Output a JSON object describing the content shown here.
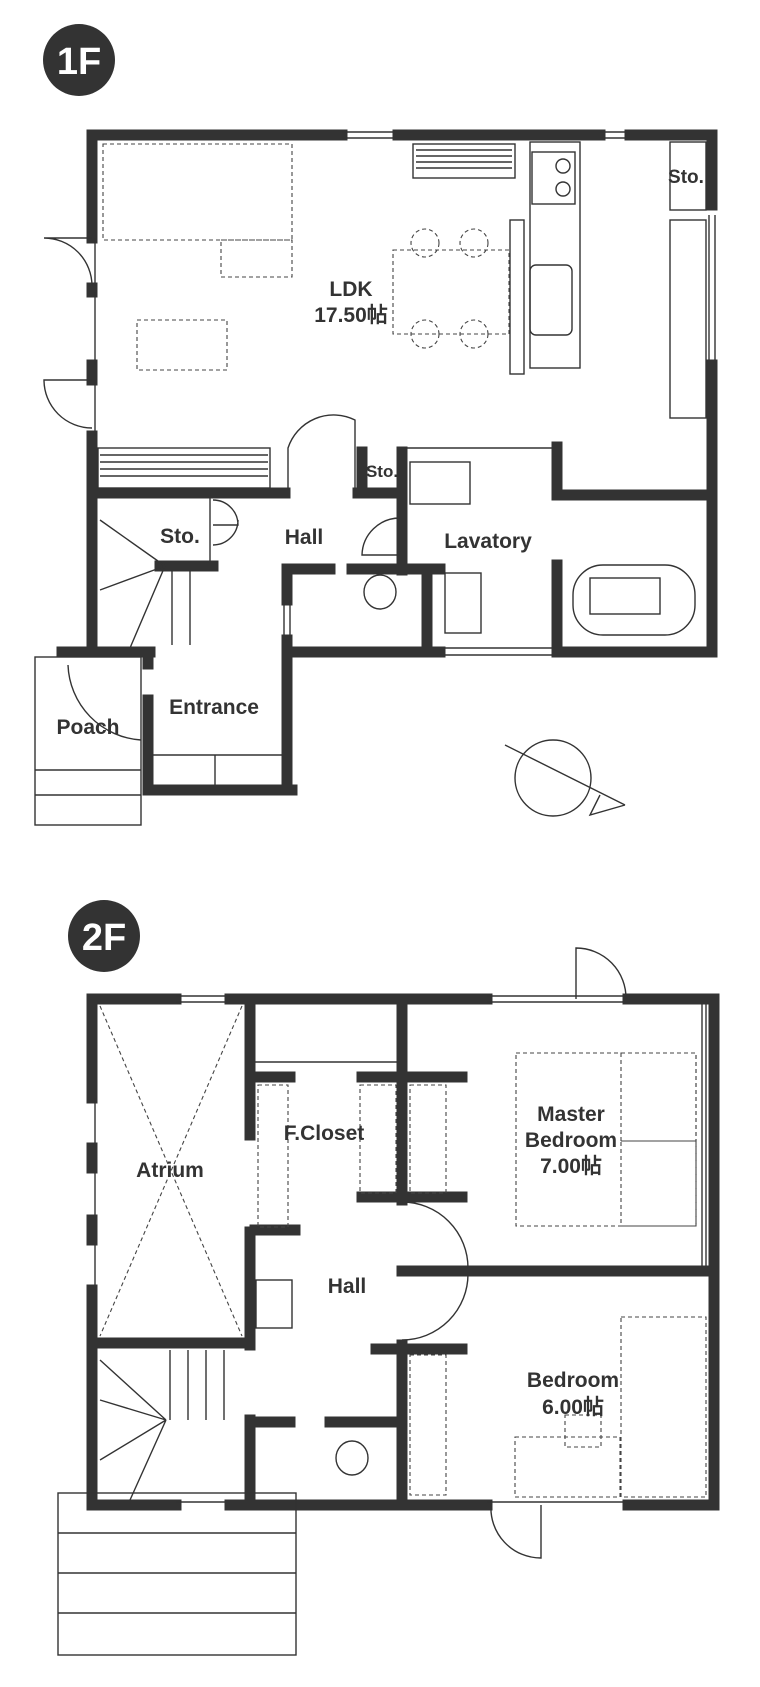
{
  "floor1": {
    "badge": "1F",
    "rooms": {
      "ldk": "LDK",
      "ldk_size": "17.50帖",
      "storage_kitchen": "Sto.",
      "storage_small": "Sto.",
      "storage_hall": "Sto.",
      "hall": "Hall",
      "lavatory": "Lavatory",
      "entrance": "Entrance",
      "poach": "Poach"
    }
  },
  "floor2": {
    "badge": "2F",
    "rooms": {
      "atrium": "Atrium",
      "closet": "F.Closet",
      "hall": "Hall",
      "master": "Master",
      "master2": "Bedroom",
      "master_size": "7.00帖",
      "bedroom": "Bedroom",
      "bedroom_size": "6.00帖"
    }
  },
  "colors": {
    "wall": "#333333",
    "background": "#ffffff"
  }
}
